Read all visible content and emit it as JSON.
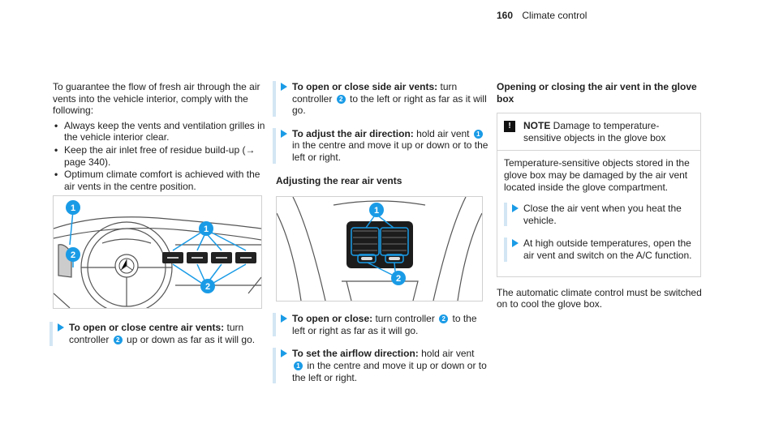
{
  "header": {
    "page_number": "160",
    "section": "Climate control"
  },
  "col1": {
    "intro": "To guarantee the flow of fresh air through the air vents into the vehicle interior, comply with the following:",
    "bullets": [
      "Always keep the vents and ventilation grilles in the vehicle interior clear.",
      "Keep the air inlet free of residue build-up (→ page 340).",
      "Optimum climate comfort is achieved with the air vents in the centre position."
    ],
    "figure": {
      "callout_1": "1",
      "callout_2": "2"
    },
    "step1": {
      "bold": "To open or close centre air vents:",
      "text_a": " turn controller ",
      "callout": "2",
      "text_b": " up or down as far as it will go."
    }
  },
  "col2": {
    "step1": {
      "bold": "To open or close side air vents:",
      "text_a": " turn controller ",
      "callout": "2",
      "text_b": " to the left or right as far as it will go."
    },
    "step2": {
      "bold": "To adjust the air direction:",
      "text_a": " hold air vent ",
      "callout": "1",
      "text_b": " in the centre and move it up or down or to the left or right."
    },
    "subhead": "Adjusting the rear air vents",
    "figure": {
      "callout_1": "1",
      "callout_2": "2"
    },
    "step3": {
      "bold": "To open or close:",
      "text_a": " turn controller ",
      "callout": "2",
      "text_b": " to the left or right as far as it will go."
    },
    "step4": {
      "bold": "To set the airflow direction:",
      "text_a": " hold air vent ",
      "callout": "1",
      "text_b": " in the centre and move it up or down or to the left or right."
    }
  },
  "col3": {
    "title": "Opening or closing the air vent in the glove box",
    "note": {
      "icon": "!",
      "label": "NOTE",
      "head_text": " Damage to temperature-sensitive objects in the glove box",
      "body": "Temperature-sensitive objects stored in the glove box may be damaged by the air vent located inside the glove compartment.",
      "step1": "Close the air vent when you heat the vehicle.",
      "step2": "At high outside temperatures, open the air vent and switch on the A/C function."
    },
    "closing": "The automatic climate control must be switched on to cool the glove box."
  },
  "colors": {
    "accent": "#1a9be6",
    "step_bar": "#d3e6f4"
  }
}
